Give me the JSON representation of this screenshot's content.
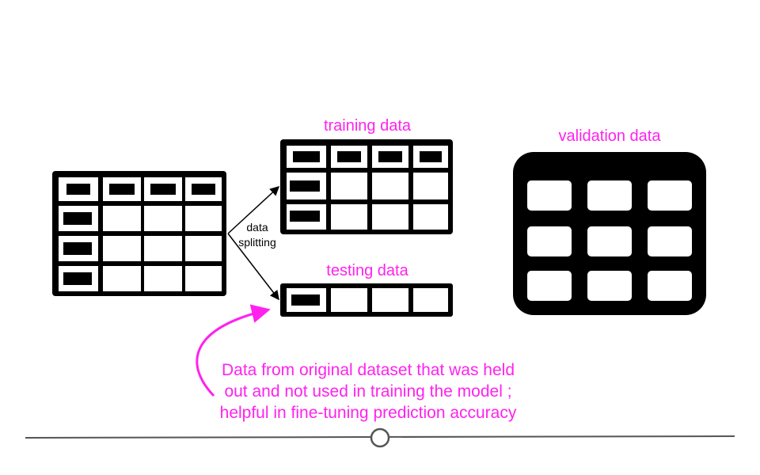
{
  "labels": {
    "training": "training data",
    "validation": "validation data",
    "testing": "testing data",
    "split_line1": "data",
    "split_line2": "splitting"
  },
  "note": {
    "line1": "Data from original dataset that was held",
    "line2": "out and not used in training the model ;",
    "line3": "helpful in fine-tuning prediction accuracy"
  },
  "colors": {
    "accent": "#ff22ee",
    "ink": "#000000",
    "timeline": "#555555"
  }
}
